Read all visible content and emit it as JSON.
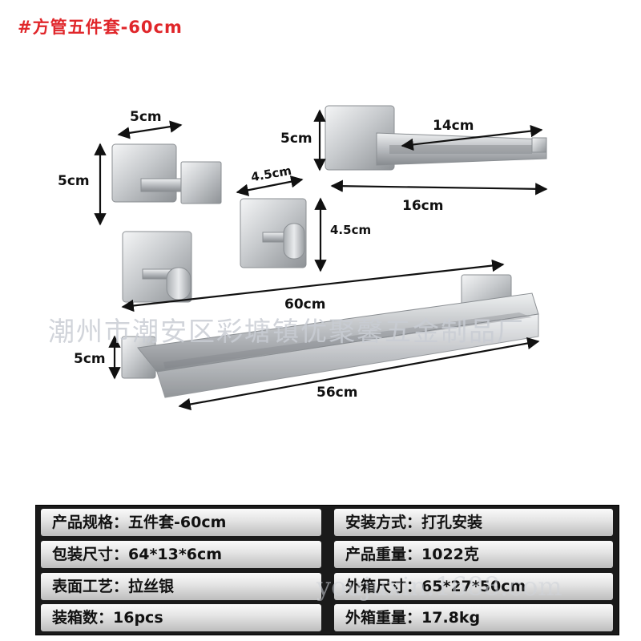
{
  "title": "#方管五件套-60cm",
  "dimensions": {
    "robe_hook_width": "5cm",
    "robe_hook_height": "5cm",
    "small_hook_width": "4.5cm",
    "small_hook_height": "4.5cm",
    "paper_holder_height": "5cm",
    "paper_holder_bar": "14cm",
    "paper_holder_total": "16cm",
    "towel_bar_total": "60cm",
    "towel_bar_height": "5cm",
    "towel_bar_inner": "56cm"
  },
  "watermark": "潮州市潮安区彩塘镇优聚馨五金制品厂",
  "watermark_url": "youjuxin.1688.com",
  "specs": {
    "left": [
      {
        "label": "产品规格：",
        "value": "五件套-60cm"
      },
      {
        "label": "包装尺寸：",
        "value": "64*13*6cm"
      },
      {
        "label": "表面工艺：",
        "value": "拉丝银"
      },
      {
        "label": "装箱数：",
        "value": "16pcs"
      }
    ],
    "right": [
      {
        "label": "安装方式：",
        "value": "打孔安装"
      },
      {
        "label": "产品重量：",
        "value": "1022克"
      },
      {
        "label": "外箱尺寸：",
        "value": "65*27*50cm"
      },
      {
        "label": "外箱重量：",
        "value": "17.8kg"
      }
    ]
  }
}
